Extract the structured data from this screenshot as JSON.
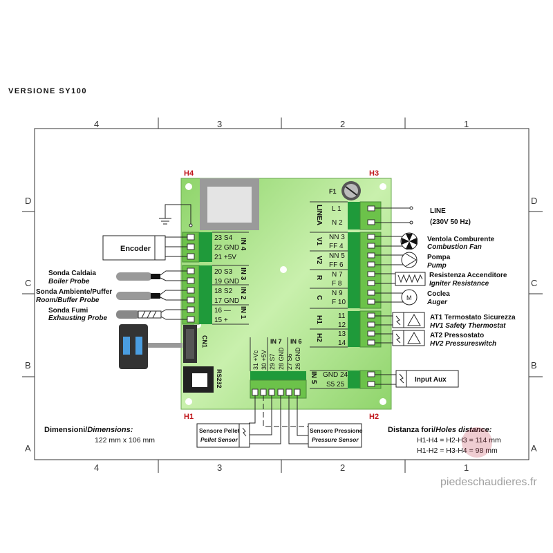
{
  "title": "VERSIONE SY100",
  "grid": {
    "columns": [
      "4",
      "3",
      "2",
      "1"
    ],
    "rows": [
      "D",
      "C",
      "B",
      "A"
    ]
  },
  "board": {
    "holes": {
      "h1": "H1",
      "h2": "H2",
      "h3": "H3",
      "h4": "H4"
    },
    "fuse": "F1",
    "cn1": "CN1",
    "rs232": "RS232"
  },
  "left_terminals": {
    "in4": "IN 4",
    "in3": "IN 3",
    "in2": "IN 2",
    "in1": "IN 1",
    "t23": "23 S4",
    "t22": "22 GND",
    "t21": "21 +5V",
    "t20": "20 S3",
    "t19": "19 GND",
    "t18": "18 S2",
    "t17": "17 GND",
    "t16": "16 —",
    "t15": "15 +"
  },
  "left_devices": {
    "encoder": "Encoder",
    "boiler_it": "Sonda Caldaia",
    "boiler_en": "Boiler Probe",
    "room_it": "Sonda Ambiente/Puffer",
    "room_en": "Room/Buffer Probe",
    "fumes_it": "Sonda Fumi",
    "fumes_en": "Exhausting Probe"
  },
  "right_terminals": {
    "linea": "LINEA",
    "v1": "V1",
    "v2": "V2",
    "r": "R",
    "c": "C",
    "h1": "H1",
    "h2": "H2",
    "in5": "IN 5",
    "t1": "L 1",
    "t2": "N 2",
    "t3": "NN 3",
    "t4": "FF 4",
    "t5": "NN 5",
    "t6": "FF 6",
    "t7": "N 7",
    "t8": "F 8",
    "t9": "N 9",
    "t10": "F 10",
    "t11": "11",
    "t12": "12",
    "t13": "13",
    "t14": "14",
    "t24": "GND 24",
    "t25": "S5 25"
  },
  "right_devices": {
    "line": "LINE",
    "line_spec": "(230V 50 Hz)",
    "fan_it": "Ventola Comburente",
    "fan_en": "Combustion Fan",
    "pump_it": "Pompa",
    "pump_en": "Pump",
    "igniter_it": "Resistenza Accenditore",
    "igniter_en": "Igniter Resistance",
    "auger_it": "Coclea",
    "auger_en": "Auger",
    "motor": "M",
    "at1_it": "AT1 Termostato Sicurezza",
    "at1_en": "HV1 Safety Thermostat",
    "at2_it": "AT2 Pressostato",
    "at2_en": "HV2 Pressureswitch",
    "input_aux": "Input Aux"
  },
  "bottom_terminals": {
    "in7": "IN 7",
    "in6": "IN 6",
    "labels": [
      "31 +Vc",
      "30 +5V",
      "29 S7",
      "28 GND",
      "27 S6",
      "26 GND"
    ]
  },
  "bottom_devices": {
    "pellet_it": "Sensore Pellet",
    "pellet_en": "Pellet Sensor",
    "pressure_it": "Sensore Pressione",
    "pressure_en": "Pressure Sensor"
  },
  "dimensions": {
    "label": "Dimensioni/",
    "label_en": "Dimensions:",
    "value": "122 mm x 106 mm"
  },
  "holes_distance": {
    "label": "Distanza fori/",
    "label_en": "Holes distance:",
    "line1": "H1-H4 = H2-H3 = 114 mm",
    "line2": "H1-H2 = H3-H4 = 98 mm"
  },
  "watermark": "piedeschaudieres.fr"
}
